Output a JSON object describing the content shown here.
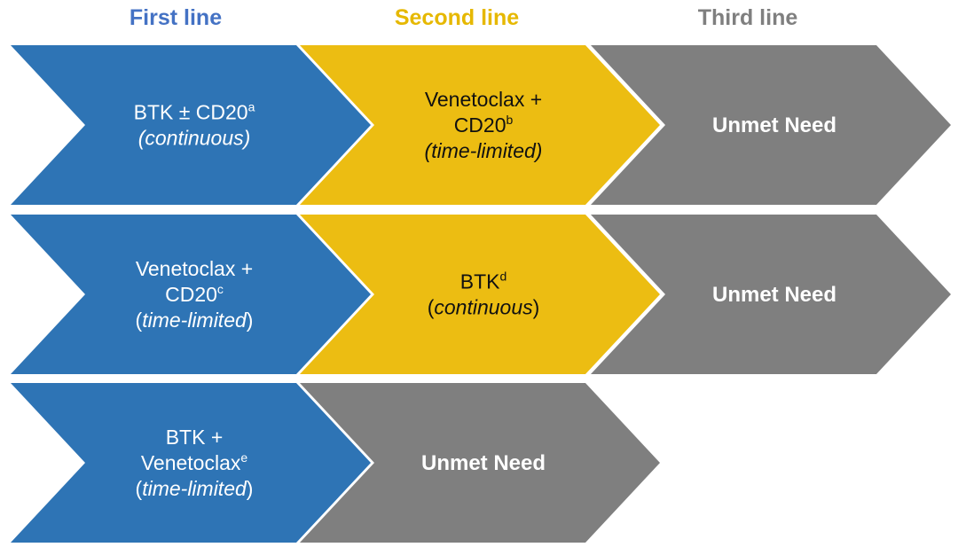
{
  "headers": [
    {
      "label": "First line",
      "color": "#4472c4"
    },
    {
      "label": "Second line",
      "color": "#e6b800"
    },
    {
      "label": "Third line",
      "color": "#7f7f7f"
    }
  ],
  "colors": {
    "first": "#2e74b5",
    "second": "#ecbd12",
    "third": "#7f7f7f"
  },
  "rows": [
    {
      "steps": [
        {
          "color": "first",
          "lines": [
            [
              {
                "t": "BTK ± CD20"
              },
              {
                "t": "a",
                "sup": true
              }
            ],
            [
              {
                "t": "(continuous)",
                "i": true
              }
            ]
          ]
        },
        {
          "color": "second",
          "dark": true,
          "lines": [
            [
              {
                "t": "Venetoclax +"
              }
            ],
            [
              {
                "t": "CD20"
              },
              {
                "t": "b",
                "sup": true
              }
            ],
            [
              {
                "t": "(time-limited)",
                "i": true
              }
            ]
          ]
        },
        {
          "color": "third",
          "bold": true,
          "lines": [
            [
              {
                "t": "Unmet Need"
              }
            ]
          ]
        }
      ]
    },
    {
      "steps": [
        {
          "color": "first",
          "lines": [
            [
              {
                "t": "Venetoclax +"
              }
            ],
            [
              {
                "t": "CD20"
              },
              {
                "t": "c",
                "sup": true
              }
            ],
            [
              {
                "t": "("
              },
              {
                "t": "time-limited",
                "i": true
              },
              {
                "t": ")"
              }
            ]
          ]
        },
        {
          "color": "second",
          "dark": true,
          "lines": [
            [
              {
                "t": "BTK"
              },
              {
                "t": "d",
                "sup": true
              }
            ],
            [
              {
                "t": "("
              },
              {
                "t": "continuous",
                "i": true
              },
              {
                "t": ")"
              }
            ]
          ]
        },
        {
          "color": "third",
          "bold": true,
          "lines": [
            [
              {
                "t": "Unmet Need"
              }
            ]
          ]
        }
      ]
    },
    {
      "steps": [
        {
          "color": "first",
          "lines": [
            [
              {
                "t": "BTK +"
              }
            ],
            [
              {
                "t": "Venetoclax"
              },
              {
                "t": "e",
                "sup": true
              }
            ],
            [
              {
                "t": "("
              },
              {
                "t": "time-limited",
                "i": true
              },
              {
                "t": ")"
              }
            ]
          ]
        },
        {
          "color": "third",
          "bold": true,
          "lines": [
            [
              {
                "t": "Unmet Need"
              }
            ]
          ]
        }
      ]
    }
  ]
}
